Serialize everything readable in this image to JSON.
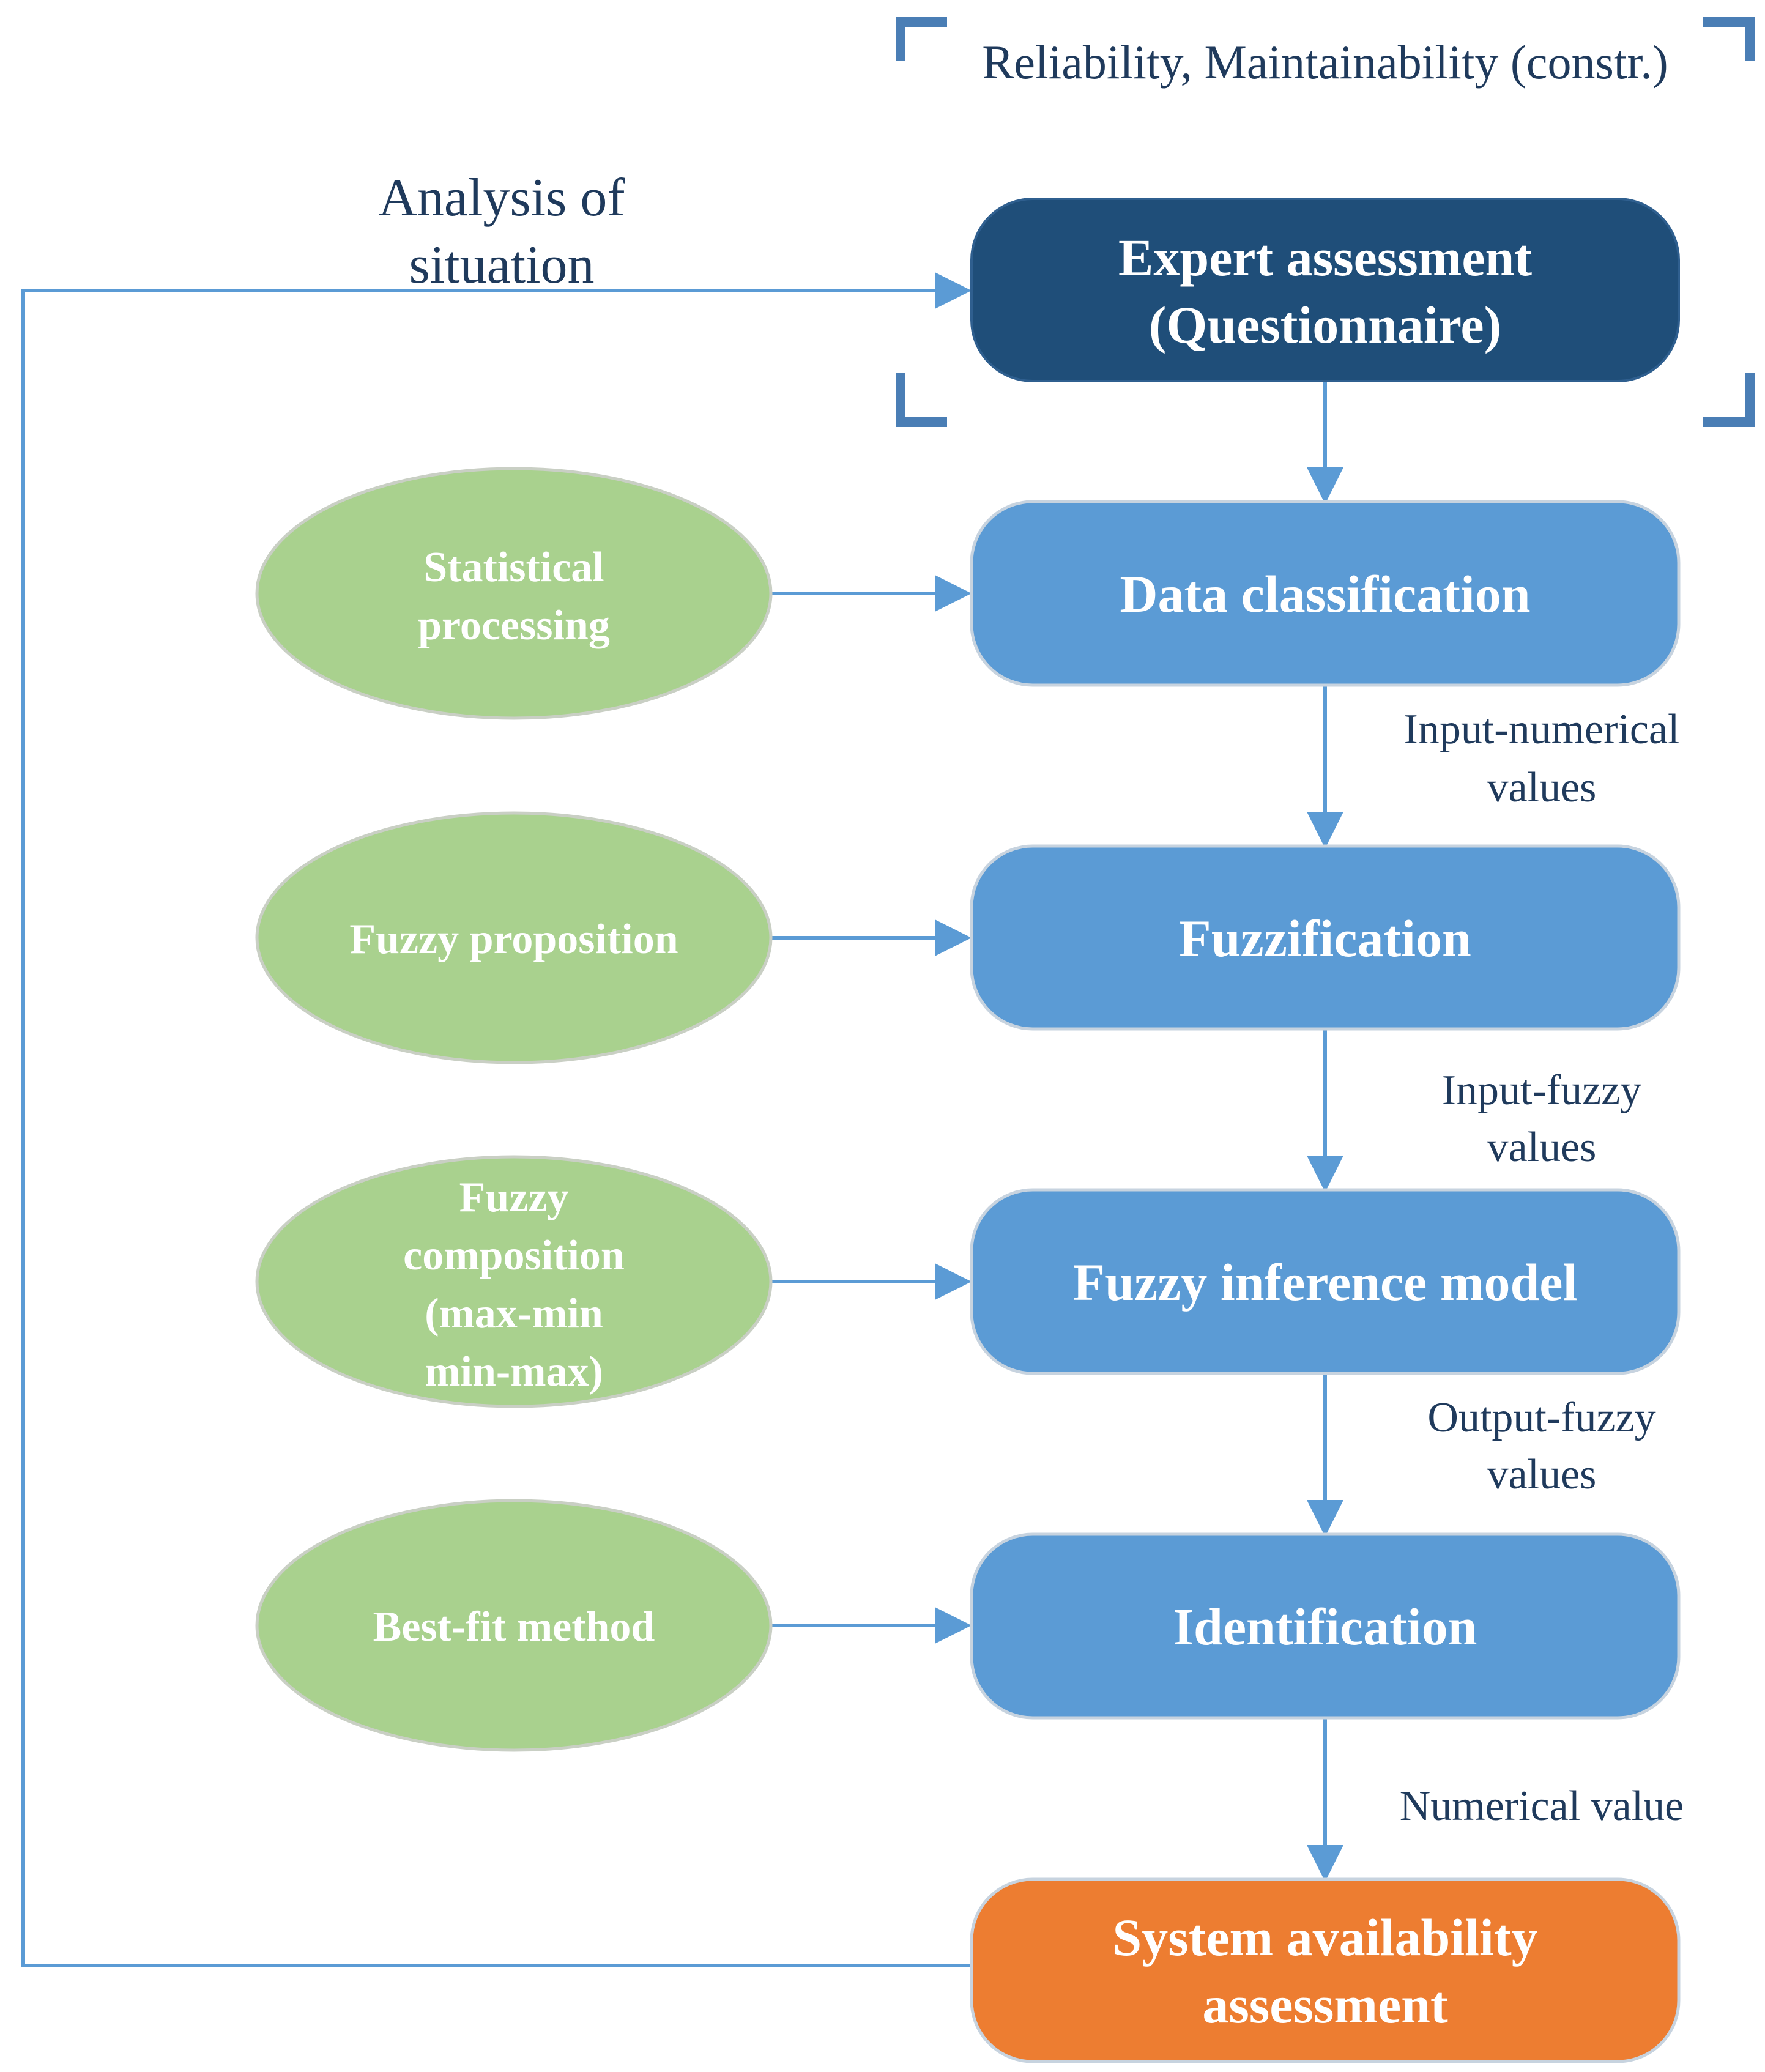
{
  "colors": {
    "dark_box": "#1f4e79",
    "blue_box": "#5b9bd5",
    "orange_box": "#ed7d31",
    "green_oval": "#a9d18e",
    "arrow": "#5b9bd5",
    "bracket": "#4a7eb5",
    "label_text": "#1f3a5c"
  },
  "bracket_label": "Reliability, Maintainability (constr.)",
  "feedback_label": {
    "line1": "Analysis of",
    "line2": "situation"
  },
  "boxes": [
    {
      "lines": [
        "Expert assessment",
        "(Questionnaire)"
      ]
    },
    {
      "lines": [
        "Data classification"
      ]
    },
    {
      "lines": [
        "Fuzzification"
      ]
    },
    {
      "lines": [
        "Fuzzy inference model"
      ]
    },
    {
      "lines": [
        "Identification"
      ]
    },
    {
      "lines": [
        "System availability",
        "assessment"
      ]
    }
  ],
  "ovals": [
    {
      "lines": [
        "Statistical",
        "processing"
      ]
    },
    {
      "lines": [
        "Fuzzy proposition"
      ]
    },
    {
      "lines": [
        "Fuzzy",
        "composition",
        "(max-min",
        "min-max)"
      ]
    },
    {
      "lines": [
        "Best-fit method"
      ]
    }
  ],
  "edge_labels": [
    {
      "lines": [
        "Input-numerical",
        "values"
      ]
    },
    {
      "lines": [
        "Input-fuzzy",
        "values"
      ]
    },
    {
      "lines": [
        "Output-fuzzy",
        "values"
      ]
    },
    {
      "lines": [
        "Numerical value"
      ]
    }
  ]
}
